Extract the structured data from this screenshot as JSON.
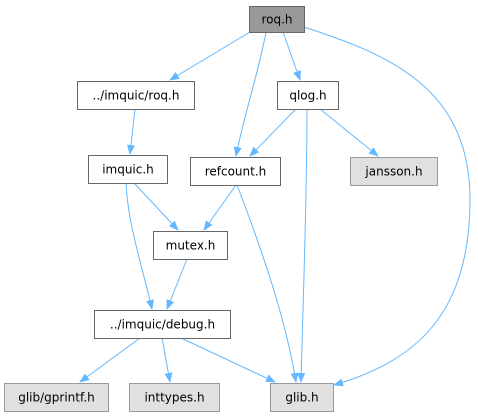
{
  "colors": {
    "node_fill": "#ffffff",
    "node_stroke": "#666666",
    "root_fill": "#999999",
    "root_stroke": "#666666",
    "system_fill": "#e0e0e0",
    "system_stroke": "#999999",
    "edge": "#63b8ff"
  },
  "nodes": [
    {
      "id": "roq",
      "label": "roq.h",
      "kind": "root"
    },
    {
      "id": "imquic_roq",
      "label": "../imquic/roq.h",
      "kind": "local"
    },
    {
      "id": "qlog",
      "label": "qlog.h",
      "kind": "local"
    },
    {
      "id": "imquic",
      "label": "imquic.h",
      "kind": "local"
    },
    {
      "id": "refcount",
      "label": "refcount.h",
      "kind": "local"
    },
    {
      "id": "jansson",
      "label": "jansson.h",
      "kind": "system"
    },
    {
      "id": "mutex",
      "label": "mutex.h",
      "kind": "local"
    },
    {
      "id": "debug",
      "label": "../imquic/debug.h",
      "kind": "local"
    },
    {
      "id": "gprintf",
      "label": "glib/gprintf.h",
      "kind": "system"
    },
    {
      "id": "inttypes",
      "label": "inttypes.h",
      "kind": "system"
    },
    {
      "id": "glib",
      "label": "glib.h",
      "kind": "system"
    }
  ],
  "edges": [
    {
      "from": "roq",
      "to": "imquic_roq"
    },
    {
      "from": "roq",
      "to": "refcount"
    },
    {
      "from": "roq",
      "to": "qlog"
    },
    {
      "from": "roq",
      "to": "glib"
    },
    {
      "from": "imquic_roq",
      "to": "imquic"
    },
    {
      "from": "qlog",
      "to": "refcount"
    },
    {
      "from": "qlog",
      "to": "glib"
    },
    {
      "from": "qlog",
      "to": "jansson"
    },
    {
      "from": "imquic",
      "to": "mutex"
    },
    {
      "from": "imquic",
      "to": "debug"
    },
    {
      "from": "refcount",
      "to": "mutex"
    },
    {
      "from": "refcount",
      "to": "glib"
    },
    {
      "from": "mutex",
      "to": "debug"
    },
    {
      "from": "debug",
      "to": "gprintf"
    },
    {
      "from": "debug",
      "to": "inttypes"
    },
    {
      "from": "debug",
      "to": "glib"
    }
  ]
}
